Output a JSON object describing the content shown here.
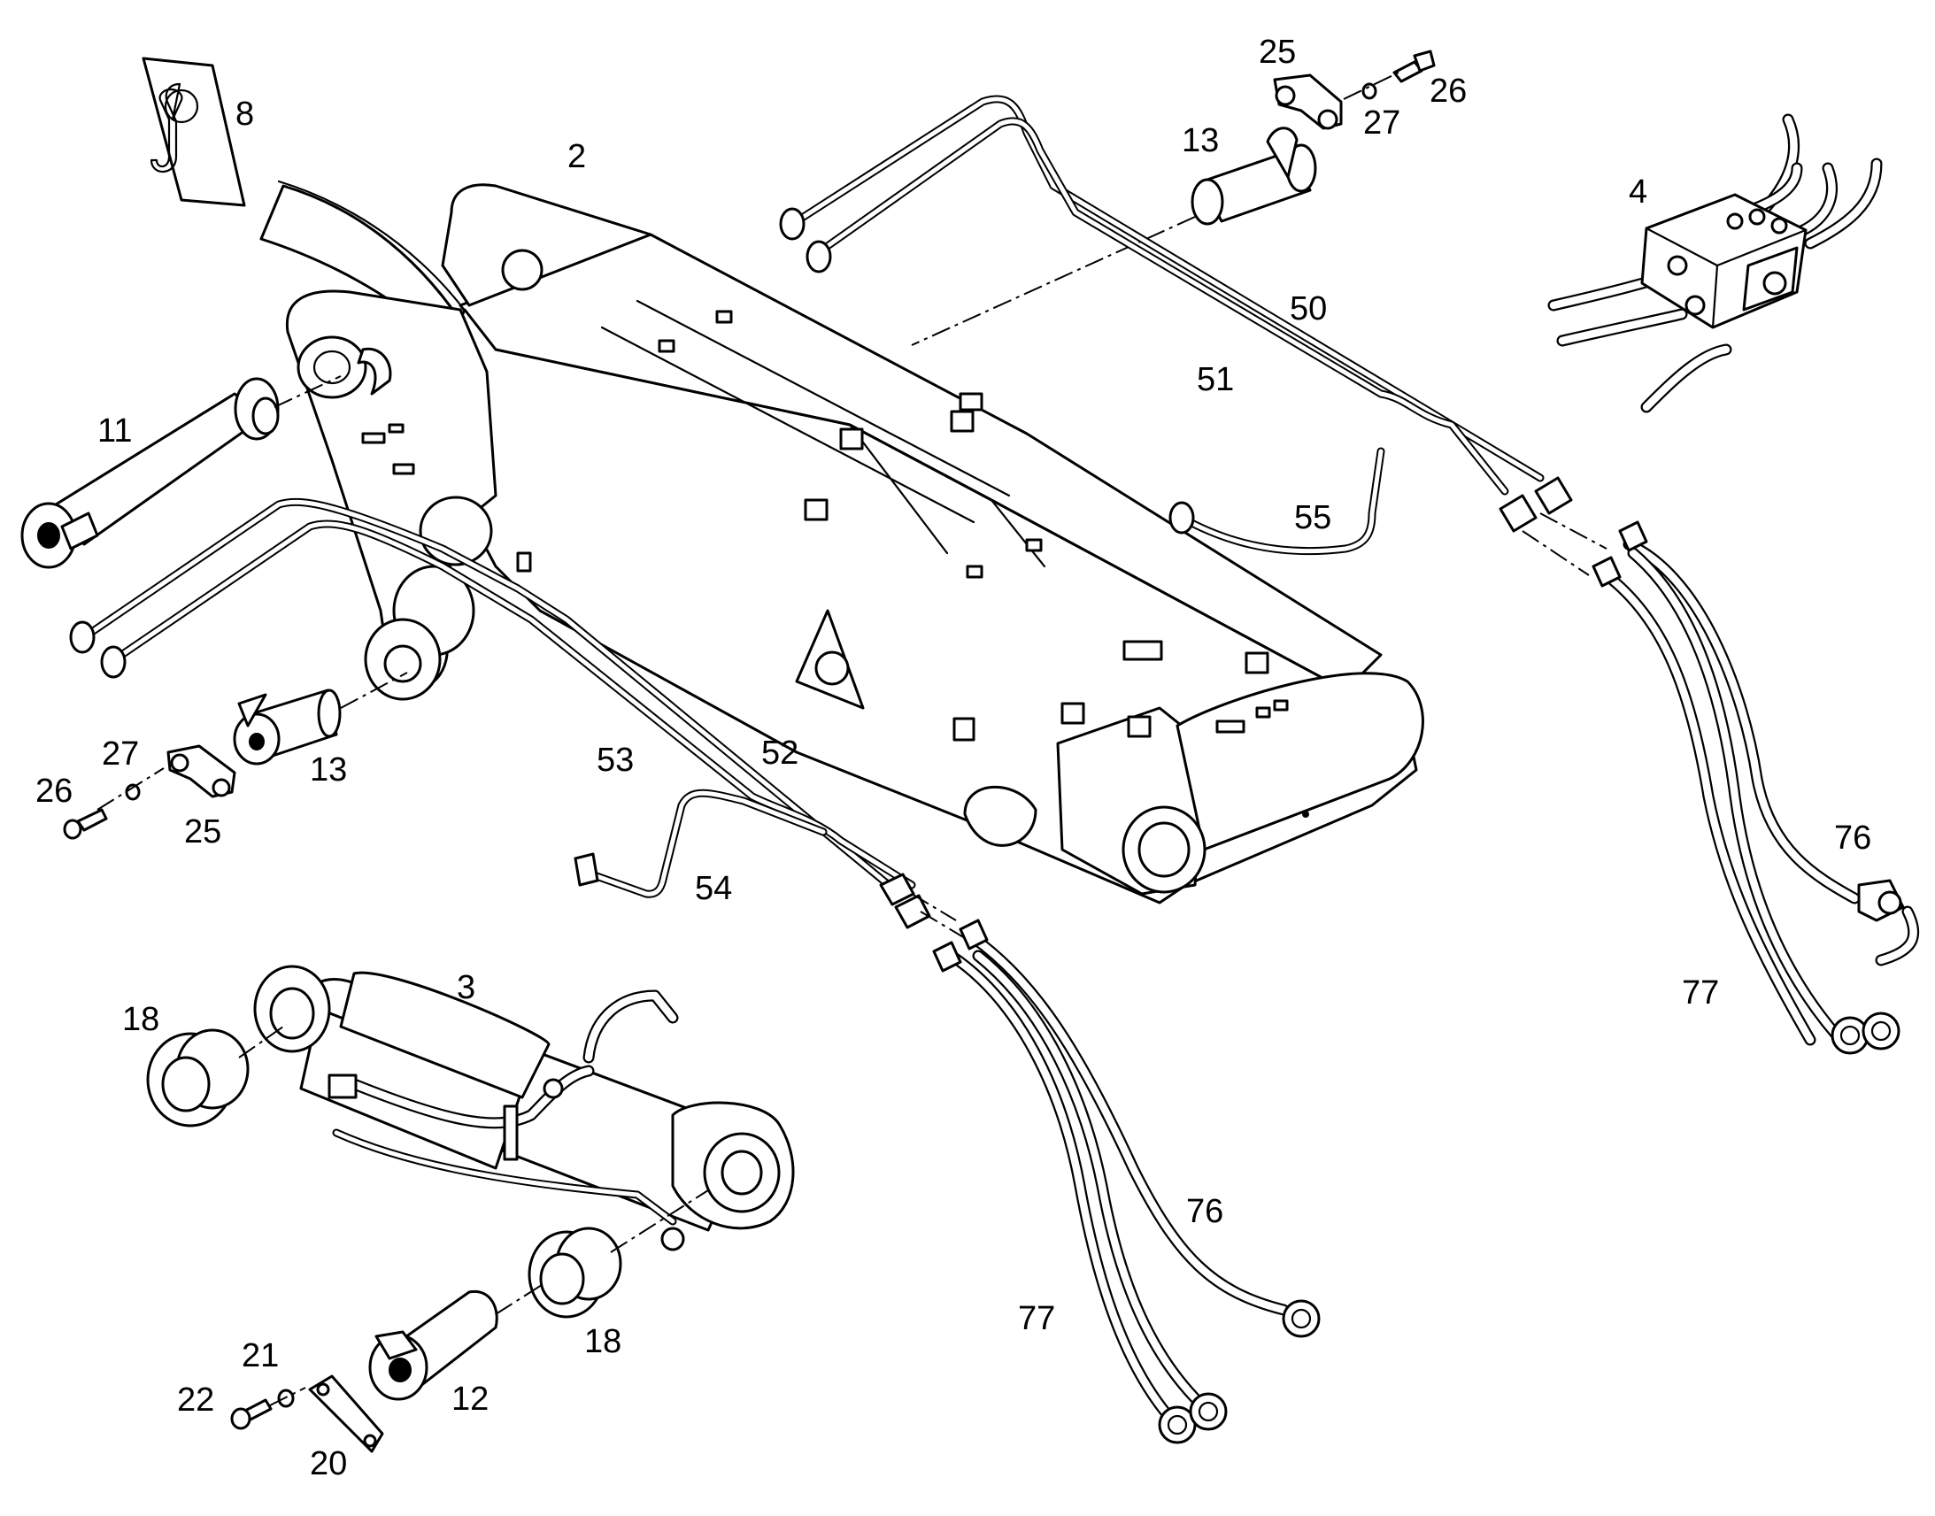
{
  "callouts": [
    {
      "id": "c8",
      "text": "8"
    },
    {
      "id": "c2",
      "text": "2"
    },
    {
      "id": "c25a",
      "text": "25"
    },
    {
      "id": "c26a",
      "text": "26"
    },
    {
      "id": "c27a",
      "text": "27"
    },
    {
      "id": "c13a",
      "text": "13"
    },
    {
      "id": "c4",
      "text": "4"
    },
    {
      "id": "c50",
      "text": "50"
    },
    {
      "id": "c51",
      "text": "51"
    },
    {
      "id": "c11",
      "text": "11"
    },
    {
      "id": "c55",
      "text": "55"
    },
    {
      "id": "c27b",
      "text": "27"
    },
    {
      "id": "c26b",
      "text": "26"
    },
    {
      "id": "c13b",
      "text": "13"
    },
    {
      "id": "c25b",
      "text": "25"
    },
    {
      "id": "c53",
      "text": "53"
    },
    {
      "id": "c52",
      "text": "52"
    },
    {
      "id": "c54",
      "text": "54"
    },
    {
      "id": "c76a",
      "text": "76"
    },
    {
      "id": "c3",
      "text": "3"
    },
    {
      "id": "c18a",
      "text": "18"
    },
    {
      "id": "c77a",
      "text": "77"
    },
    {
      "id": "c76b",
      "text": "76"
    },
    {
      "id": "c77b",
      "text": "77"
    },
    {
      "id": "c18b",
      "text": "18"
    },
    {
      "id": "c21",
      "text": "21"
    },
    {
      "id": "c22",
      "text": "22"
    },
    {
      "id": "c12",
      "text": "12"
    },
    {
      "id": "c20",
      "text": "20"
    }
  ]
}
